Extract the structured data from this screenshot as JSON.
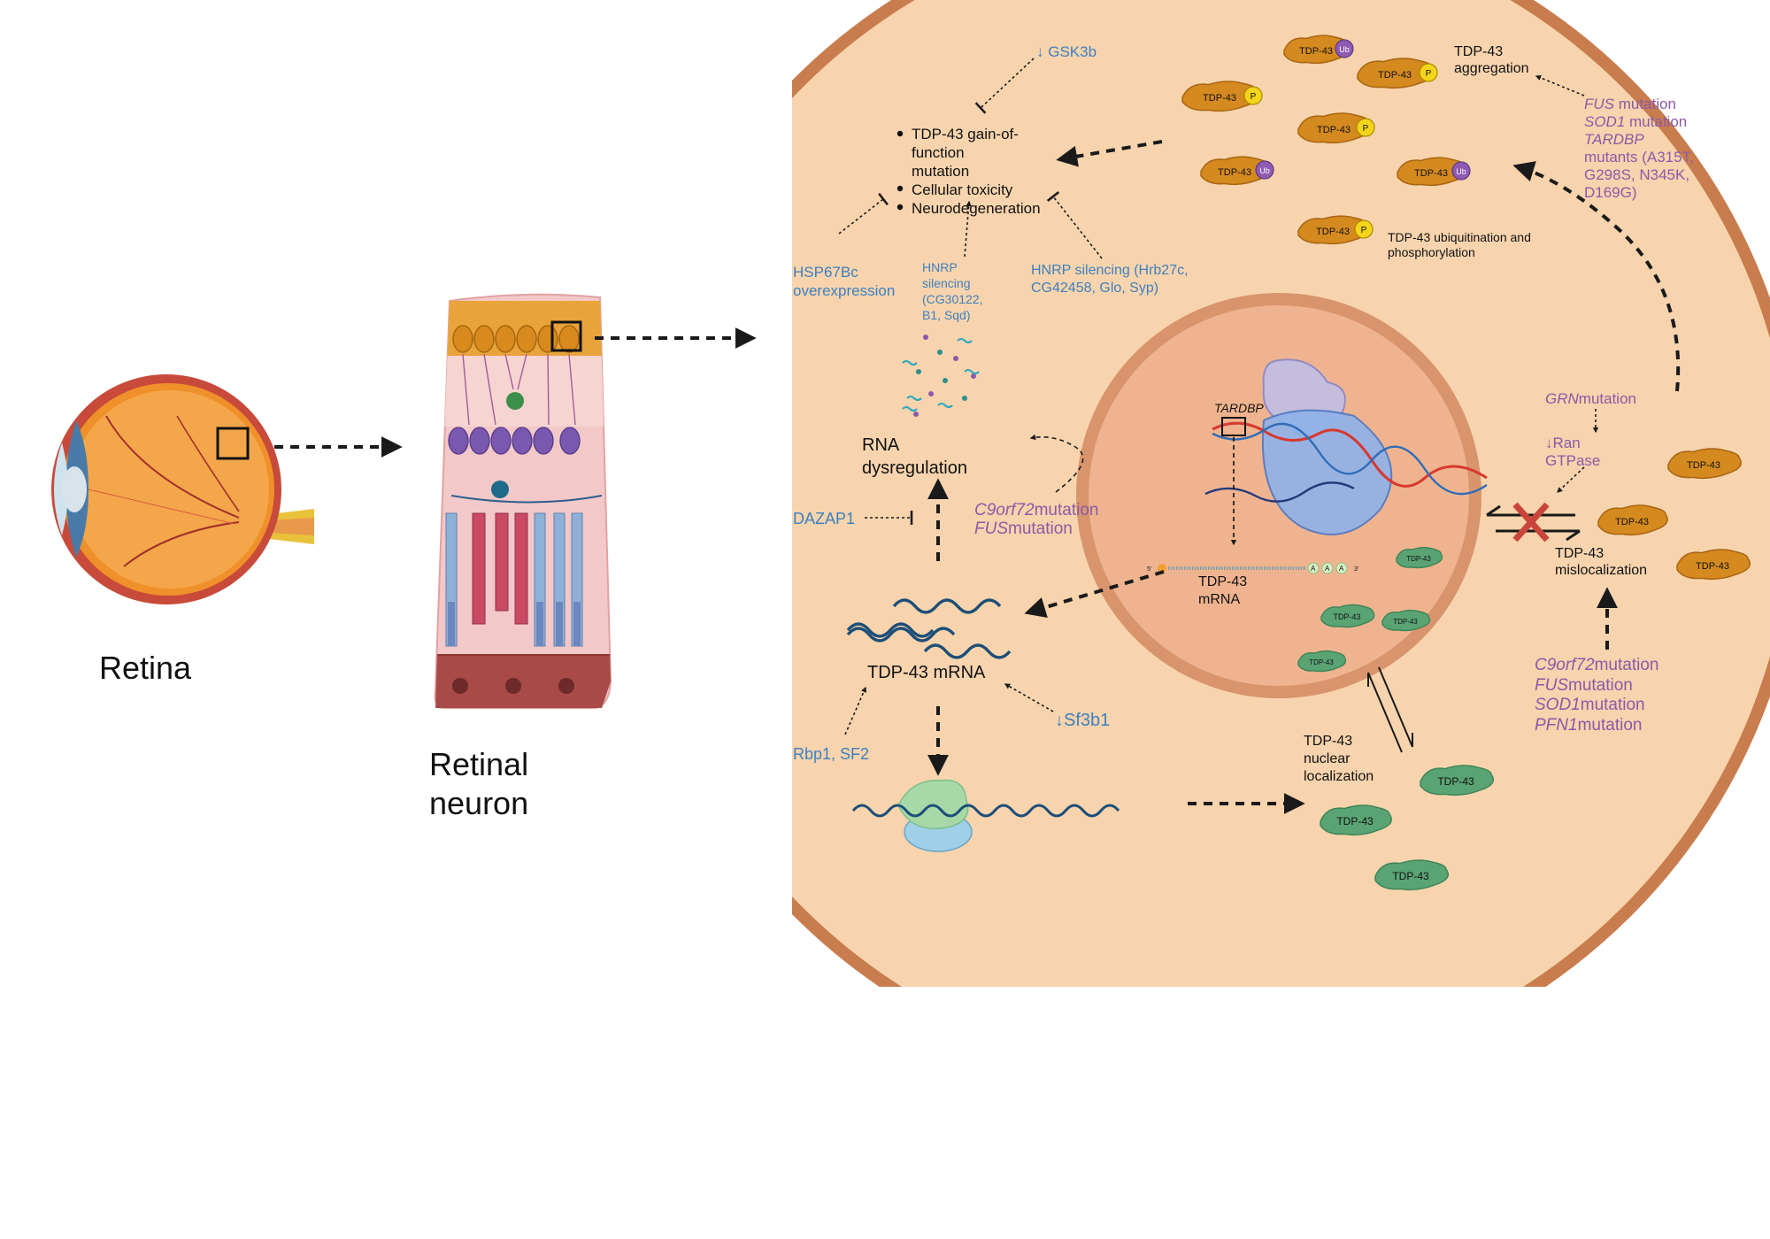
{
  "left_panel": {
    "retina_label": "Retina",
    "neuron_label_line1": "Retinal",
    "neuron_label_line2": "neuron"
  },
  "cell": {
    "gsk3b": "↓ GSK3b",
    "outcome_bullets": [
      "TDP-43 gain-of-",
      "function",
      "mutation",
      "Cellular toxicity",
      "Neurodegeneration"
    ],
    "hsp_line1": "HSP67Bc",
    "hsp_line2": "overexpression",
    "hnrp_left": [
      "HNRP",
      "silencing",
      "(CG30122,",
      "B1, Sqd)"
    ],
    "hnrp_right": [
      "HNRP silencing (Hrb27c,",
      "CG42458, Glo, Syp)"
    ],
    "rna_dys_line1": "RNA",
    "rna_dys_line2": "dysregulation",
    "dazap1": "DAZAP1",
    "c9_mut": {
      "gene": "C9orf72",
      "suffix": "mutation"
    },
    "fus_mut": {
      "gene": "FUS",
      "suffix": "mutation"
    },
    "tdp_mrna_label": "TDP-43 mRNA",
    "sf3b1": "↓Sf3b1",
    "rbp1": "Rbp1, SF2",
    "aggregation_line1": "TDP-43",
    "aggregation_line2": "aggregation",
    "ubq_line1": "TDP-43 ubiquitination and",
    "ubq_line2": "phosphorylation",
    "agg_causes": {
      "fus": {
        "gene": "FUS",
        "suffix": " mutation"
      },
      "sod1": {
        "gene": "SOD1",
        "suffix": " mutation"
      },
      "tardbp": "TARDBP",
      "mutants": [
        "mutants (A315T,",
        "G298S, N345K,",
        "D169G)"
      ]
    },
    "grn": {
      "gene": "GRN",
      "suffix": "mutation"
    },
    "ran_line1": "↓Ran",
    "ran_line2": "GTPase",
    "mislocalization_line1": "TDP-43",
    "mislocalization_line2": "mislocalization",
    "mislo_causes": [
      {
        "gene": "C9orf72",
        "suffix": "mutation"
      },
      {
        "gene": "FUS",
        "suffix": "mutation"
      },
      {
        "gene": "SOD1",
        "suffix": "mutation"
      },
      {
        "gene": "PFN1",
        "suffix": "mutation"
      }
    ],
    "nuclear_loc": [
      "TDP-43",
      "nuclear",
      "localization"
    ]
  },
  "nucleus": {
    "gene_label": "TARDBP",
    "mrna_line1": "TDP-43",
    "mrna_line2": "mRNA",
    "mrna_5prime": "5'",
    "mrna_3prime": "3'",
    "poly_a": "A"
  },
  "protein_labels": {
    "tdp43": "TDP-43",
    "tdp43_spaced": "TDP-43",
    "ub": "Ub",
    "p": "P"
  },
  "colors": {
    "cell_fill": "#f7d4ad",
    "cell_border": "#c97c4d",
    "nucleus_fill": "#efb48f",
    "nucleus_border": "#d8946c",
    "aggregate": "#d58a1f",
    "green_protein": "#5aa474",
    "blue_text": "#3e7fbf",
    "purple_text": "#8a5aa8",
    "ub_badge": "#8e5ab2",
    "p_badge": "#f4d51a"
  }
}
